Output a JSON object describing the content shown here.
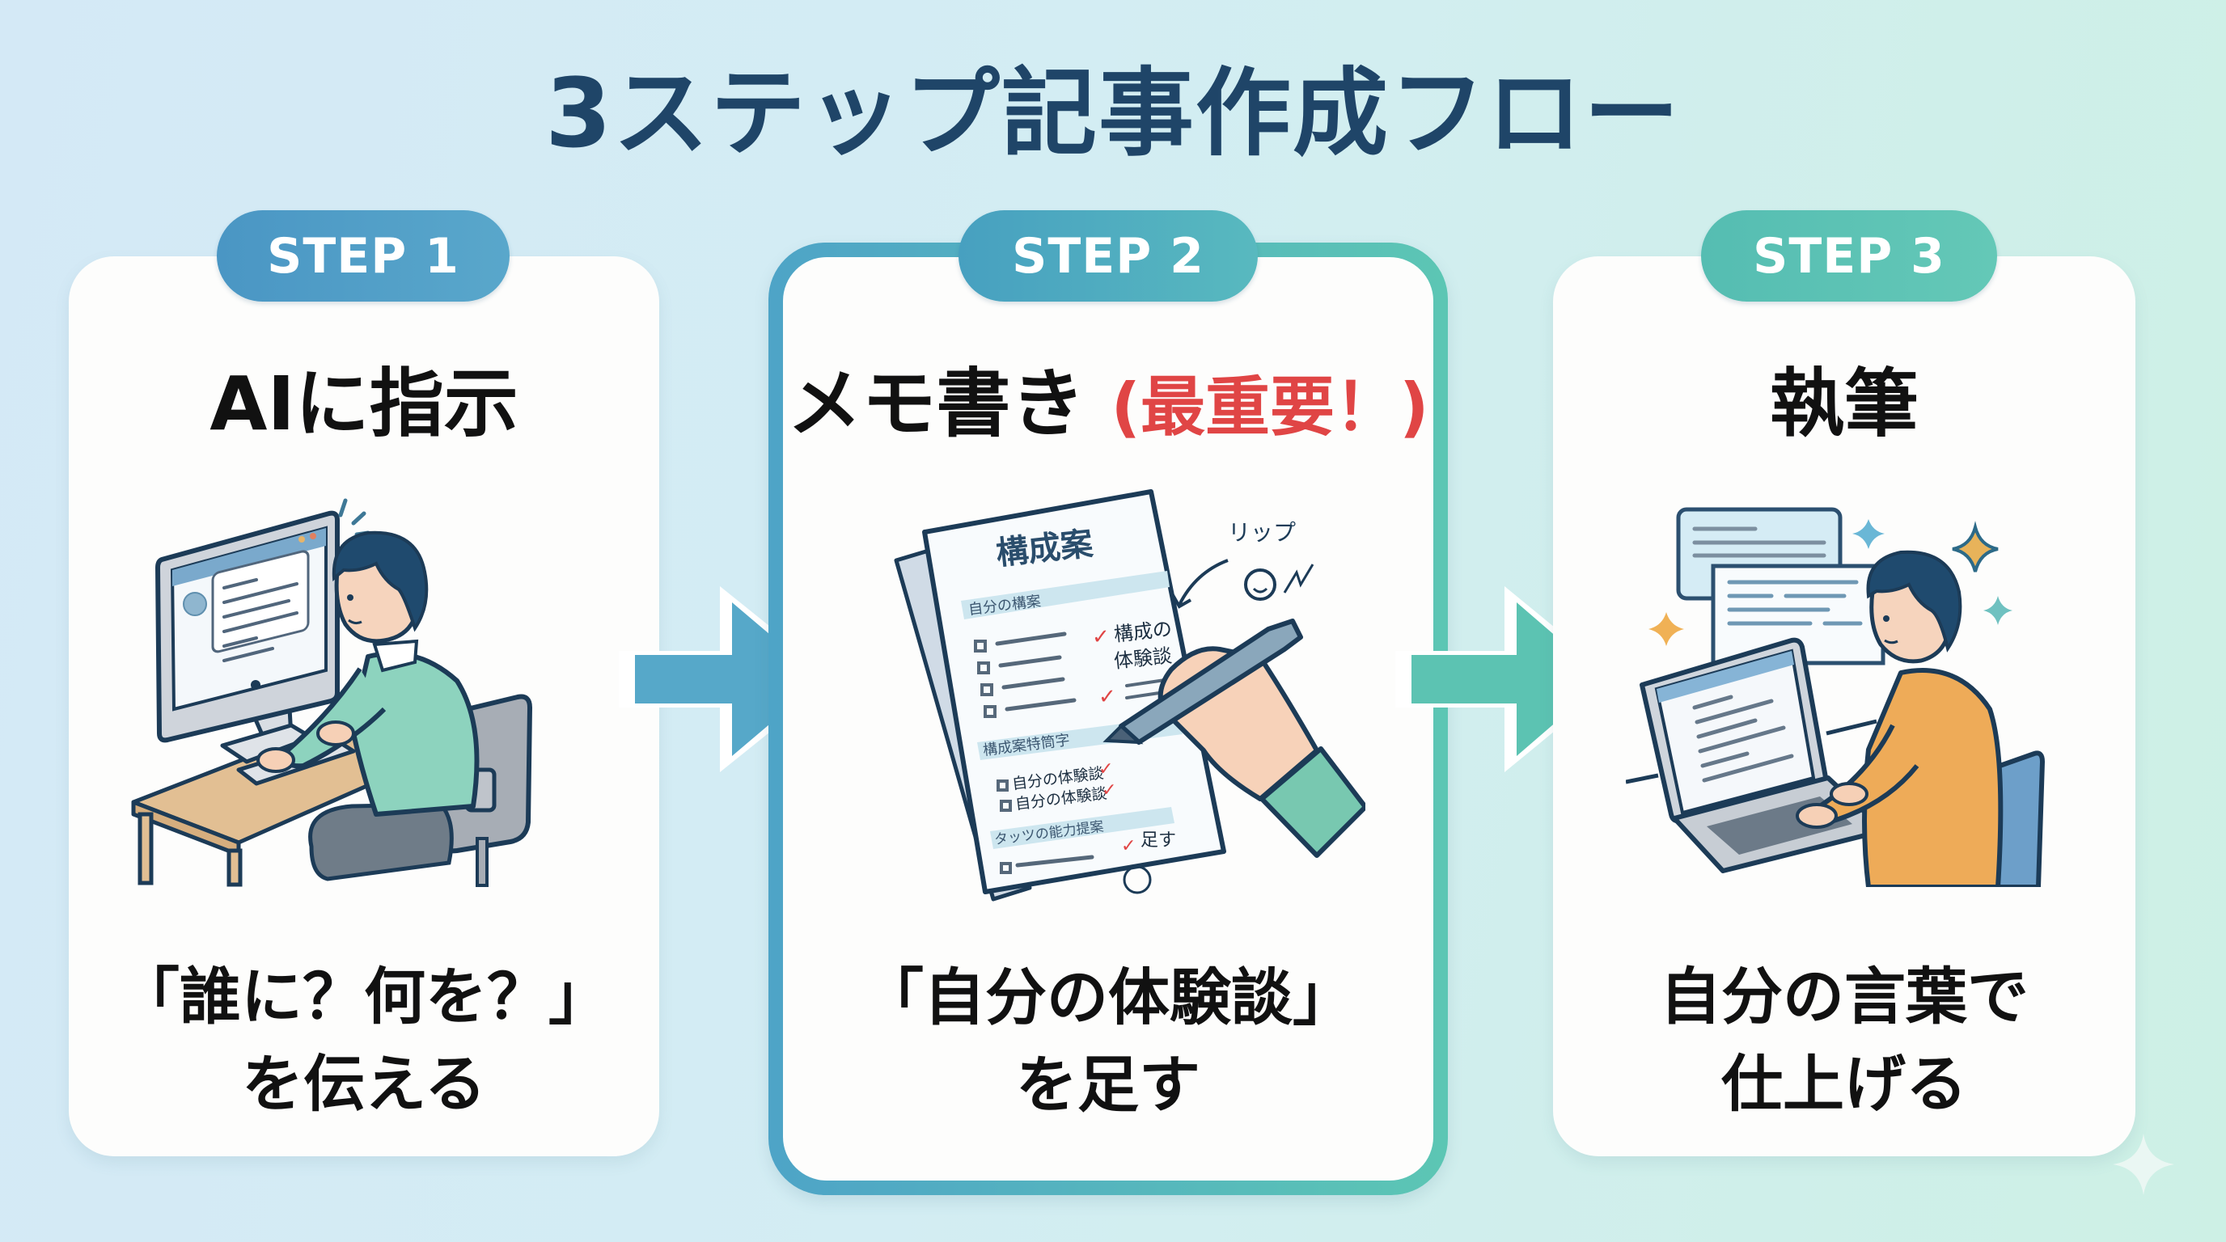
{
  "title": "3ステップ記事作成フロー",
  "colors": {
    "title": "#1f4568",
    "step1": "#4f9cc4",
    "step2": "#4aa5bf",
    "step3": "#5ac4b4",
    "accent_red": "#e04545"
  },
  "steps": [
    {
      "badge": "STEP 1",
      "heading": "AIに指示",
      "desc_line1": "「誰に？何を？」",
      "desc_line2": "を伝える",
      "illustration": "person-at-desktop-computer"
    },
    {
      "badge": "STEP 2",
      "heading": "メモ書き",
      "heading_accent": "(最重要！)",
      "desc_line1": "「自分の体験談」",
      "desc_line2": "を足す",
      "illustration": "hand-writing-on-outline-document",
      "document": {
        "title": "構成案",
        "section1": "自分の構案",
        "note1_line1": "構成の",
        "note1_line2": "体験談",
        "section2": "構成案特筒字",
        "item1": "自分の体験談",
        "item2": "自分の体験談",
        "section3": "タッツの能力提案",
        "note2": "足す",
        "margin_note": "リップ",
        "ellipsis": "..."
      }
    },
    {
      "badge": "STEP 3",
      "heading": "執筆",
      "desc_line1": "自分の言葉で",
      "desc_line2": "仕上げる",
      "illustration": "person-typing-on-laptop"
    }
  ]
}
